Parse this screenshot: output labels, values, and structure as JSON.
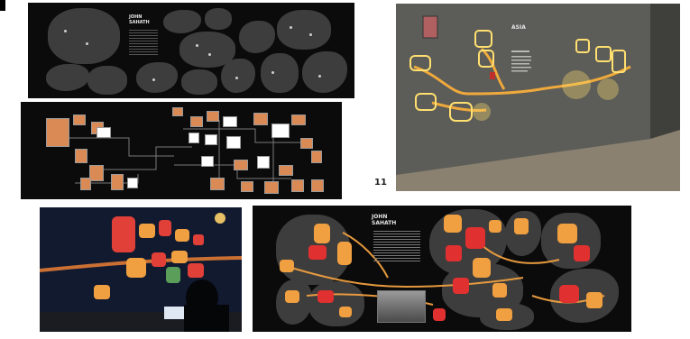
{
  "figure": {
    "label": "11",
    "panels": [
      {
        "id": "panel-a",
        "title": "JOHN\nSAHATH"
      },
      {
        "id": "panel-b"
      },
      {
        "id": "panel-c",
        "title": "ASIA"
      },
      {
        "id": "panel-d"
      },
      {
        "id": "panel-e",
        "title": "JOHN\nSAHATH"
      }
    ]
  },
  "colors": {
    "dark_background": "#0b0b0b",
    "blob_gray": "#3d3d3d",
    "node_orange": "#f0a040",
    "node_red": "#e03030",
    "glow_yellow": "#ffd64d",
    "wall_gray": "#5d5d58",
    "floor": "#8a8170"
  }
}
